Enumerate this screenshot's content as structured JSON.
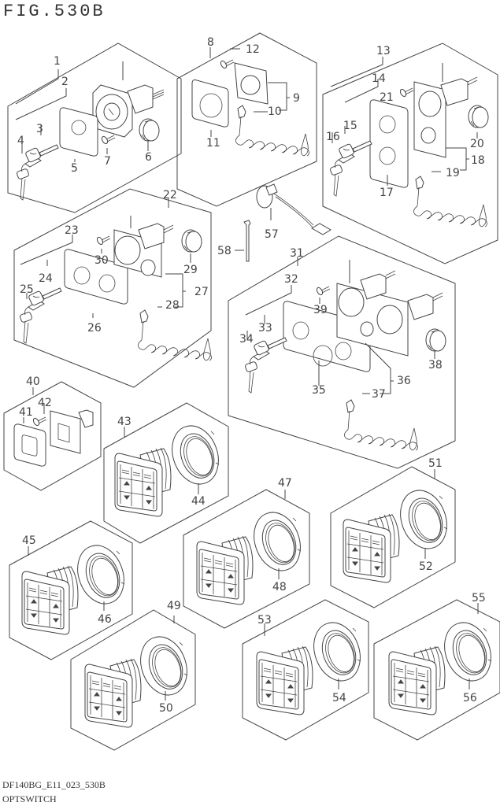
{
  "figure": {
    "title": "FIG.530B",
    "code": "DF140BG_E11_023_530B",
    "name": "OPTSWITCH"
  },
  "callouts": {
    "c1": "1",
    "c2": "2",
    "c3": "3",
    "c4": "4",
    "c5": "5",
    "c6": "6",
    "c7": "7",
    "c8": "8",
    "c9": "9",
    "c10": "10",
    "c11": "11",
    "c12": "12",
    "c13": "13",
    "c14": "14",
    "c15": "15",
    "c16": "16",
    "c17": "17",
    "c18": "18",
    "c19": "19",
    "c20": "20",
    "c21": "21",
    "c22": "22",
    "c23": "23",
    "c24": "24",
    "c25": "25",
    "c26": "26",
    "c27": "27",
    "c28": "28",
    "c29": "29",
    "c30": "30",
    "c31": "31",
    "c32": "32",
    "c33": "33",
    "c34": "34",
    "c35": "35",
    "c36": "36",
    "c37": "37",
    "c38": "38",
    "c39": "39",
    "c40": "40",
    "c41": "41",
    "c42": "42",
    "c43": "43",
    "c44": "44",
    "c45": "45",
    "c46": "46",
    "c47": "47",
    "c48": "48",
    "c49": "49",
    "c50": "50",
    "c51": "51",
    "c52": "52",
    "c53": "53",
    "c54": "54",
    "c55": "55",
    "c56": "56",
    "c57": "57",
    "c58": "58"
  },
  "assemblies": [
    {
      "id": "1",
      "contents": [
        "2",
        "3",
        "4",
        "5",
        "6",
        "7"
      ],
      "description": "single key switch assembly"
    },
    {
      "id": "8",
      "contents": [
        "9",
        "10",
        "11",
        "12"
      ],
      "description": "stop switch with lanyard"
    },
    {
      "id": "13",
      "contents": [
        "14",
        "15",
        "16",
        "17",
        "18",
        "19",
        "20",
        "21"
      ],
      "description": "key + stop switch, vertical panel"
    },
    {
      "id": "22",
      "contents": [
        "23",
        "24",
        "25",
        "26",
        "27",
        "28",
        "29",
        "30"
      ],
      "description": "key + stop switch, horizontal panel"
    },
    {
      "id": "31",
      "contents": [
        "32",
        "33",
        "34",
        "35",
        "36",
        "37",
        "38",
        "39"
      ],
      "description": "dual key + stop switch panel"
    },
    {
      "id": "40",
      "contents": [
        "41",
        "42"
      ],
      "description": "rocker switch"
    },
    {
      "id": "43",
      "contents": [
        "44"
      ],
      "description": "keypad switch with ring nut"
    },
    {
      "id": "45",
      "contents": [
        "46"
      ],
      "description": "keypad switch with ring nut"
    },
    {
      "id": "47",
      "contents": [
        "48"
      ],
      "description": "keypad switch with ring nut"
    },
    {
      "id": "49",
      "contents": [
        "50"
      ],
      "description": "keypad switch with ring nut"
    },
    {
      "id": "51",
      "contents": [
        "52"
      ],
      "description": "keypad switch with ring nut"
    },
    {
      "id": "53",
      "contents": [
        "54"
      ],
      "description": "keypad switch with ring nut"
    },
    {
      "id": "55",
      "contents": [
        "56"
      ],
      "description": "keypad switch with ring nut"
    },
    {
      "id": "57",
      "contents": [],
      "description": "wire harness connector"
    },
    {
      "id": "58",
      "contents": [],
      "description": "cable tie"
    }
  ]
}
